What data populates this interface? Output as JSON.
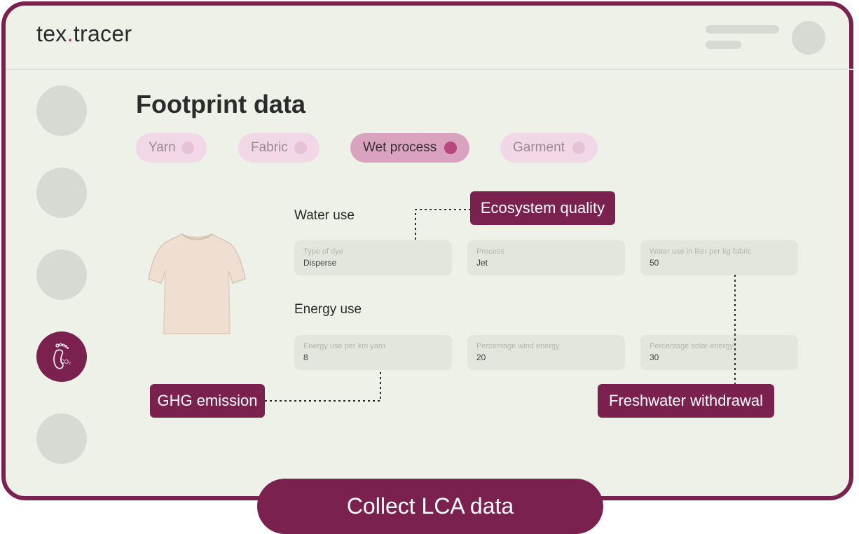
{
  "app": {
    "logo_left": "tex",
    "logo_dot": ".",
    "logo_right": "tracer"
  },
  "page": {
    "title": "Footprint data"
  },
  "tabs": [
    {
      "label": "Yarn",
      "active": false
    },
    {
      "label": "Fabric",
      "active": false
    },
    {
      "label": "Wet process",
      "active": true
    },
    {
      "label": "Garment",
      "active": false
    }
  ],
  "sidebar": {
    "active_icon": "footprint-co2-icon",
    "co2_label": "CO₂"
  },
  "water": {
    "heading": "Water use",
    "fields": [
      {
        "label": "Type of dye",
        "value": "Disperse"
      },
      {
        "label": "Process",
        "value": "Jet"
      },
      {
        "label": "Water use in liter per kg fabric",
        "value": "50"
      }
    ]
  },
  "energy": {
    "heading": "Energy use",
    "fields": [
      {
        "label": "Energy use per km yarn",
        "value": "8"
      },
      {
        "label": "Percentage wind energy",
        "value": "20"
      },
      {
        "label": "Percentage solar energy",
        "value": "30"
      }
    ]
  },
  "callouts": {
    "ecosystem": "Ecosystem quality",
    "ghg": "GHG emission",
    "freshwater": "Freshwater withdrawal"
  },
  "cta": {
    "label": "Collect LCA data"
  },
  "colors": {
    "brand": "#7a2150",
    "accent_pink": "#c0246e",
    "background": "#edf1e7"
  }
}
